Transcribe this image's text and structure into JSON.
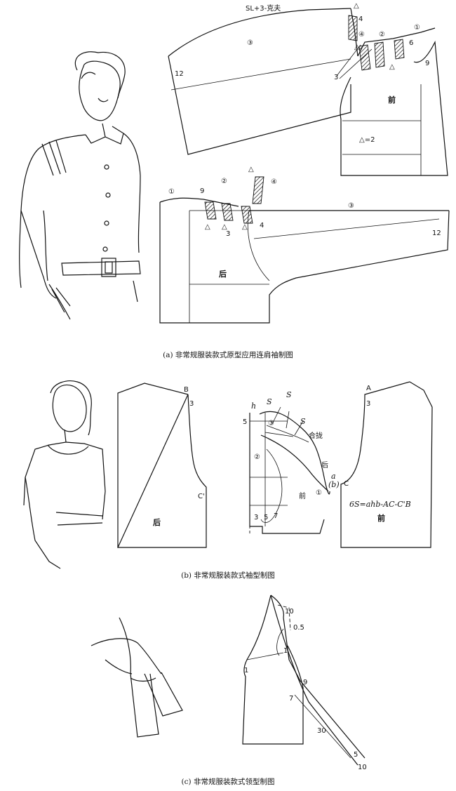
{
  "figure_a": {
    "caption": "(a) 非常规服装款式原型应用连肩袖制图",
    "front_sleeve_formula": "SL+3-克夫",
    "front_label": "前",
    "back_label": "后",
    "delta_eq": "△=2",
    "circle_1": "①",
    "circle_2": "②",
    "circle_3": "③",
    "circle_4": "④",
    "n12": "12",
    "n9": "9",
    "n6": "6",
    "n4": "4",
    "n3": "3",
    "tri": "△"
  },
  "figure_b": {
    "caption": "(b) 非常规服装款式袖型制图",
    "back_label": "后",
    "front_label": "前",
    "pt_B": "B",
    "pt_C_prime": "C'",
    "pt_A": "A",
    "pt_C": "C",
    "n3": "3",
    "n5": "5",
    "n7": "7",
    "h": "h",
    "S": "S",
    "hebing": "合拢",
    "hou": "后",
    "qian": "前",
    "a": "a",
    "b": "(b)",
    "circle_1": "①",
    "circle_2": "②",
    "circle_3": "③",
    "formula": "6S=ahb-AC-C'B"
  },
  "figure_c": {
    "caption": "(c) 非常规服装款式领型制图",
    "n10a": "10",
    "n05": "0.5",
    "n1a": "1",
    "n1b": "1",
    "n9": "9",
    "n7": "7",
    "n30": "30",
    "n5": "5",
    "n10b": "10"
  }
}
